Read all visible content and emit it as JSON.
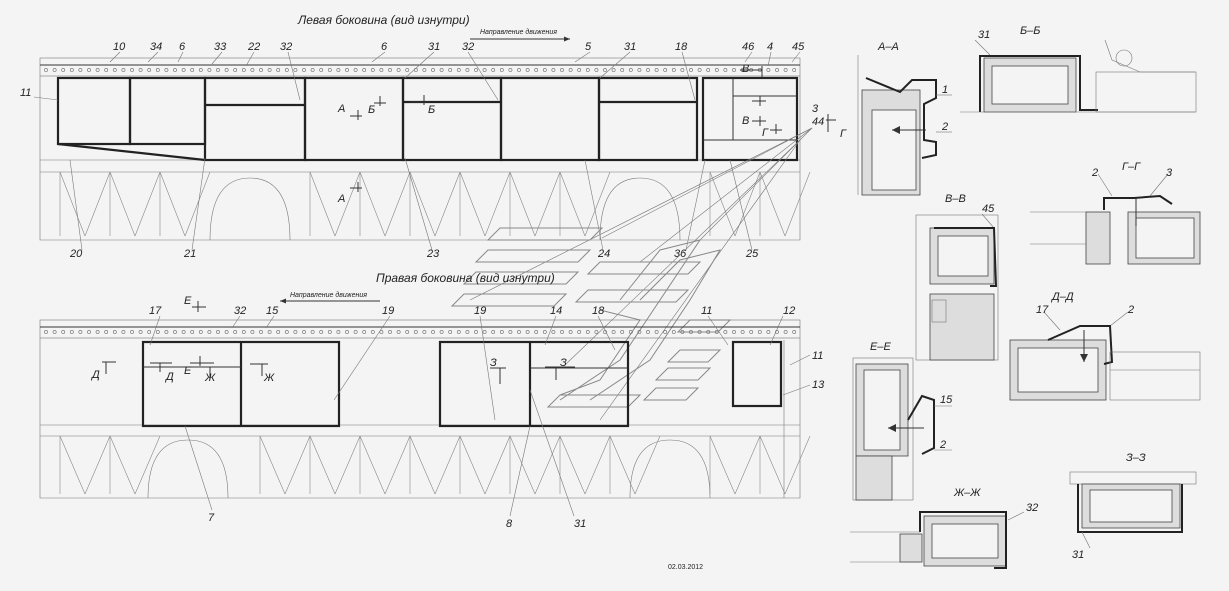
{
  "titles": {
    "left": "Левая боковина (вид изнутри)",
    "right": "Правая боковина (вид изнутри)",
    "direction": "Направление движения"
  },
  "left_callouts": {
    "n10": "10",
    "n34": "34",
    "n6a": "6",
    "n33": "33",
    "n22": "22",
    "n32a": "32",
    "n6b": "6",
    "n31a": "31",
    "n32b": "32",
    "n5": "5",
    "n31b": "31",
    "n18": "18",
    "n46": "46",
    "n4": "4",
    "n45": "45",
    "n11": "11",
    "n3": "3",
    "n44": "44",
    "n20": "20",
    "n21": "21",
    "n23": "23",
    "n24": "24",
    "n36": "36",
    "n25": "25"
  },
  "right_callouts": {
    "n17": "17",
    "n32": "32",
    "n15": "15",
    "n19a": "19",
    "n19b": "19",
    "n14": "14",
    "n18": "18",
    "n11a": "11",
    "n12": "12",
    "n11b": "11",
    "n13": "13",
    "n7": "7",
    "n8": "8",
    "n31": "31"
  },
  "cut_marks": {
    "a": "А",
    "b": "Б",
    "v": "В",
    "g": "Г",
    "d": "Д",
    "e": "Е",
    "zh": "Ж",
    "z": "З"
  },
  "sections": {
    "aa": {
      "title": "А–А",
      "c1": "1",
      "c2": "2"
    },
    "bb": {
      "title": "Б–Б",
      "c1": "31"
    },
    "gg": {
      "title": "Г–Г",
      "c1": "2",
      "c2": "3"
    },
    "vv": {
      "title": "В–В",
      "c1": "45"
    },
    "dd": {
      "title": "Д–Д",
      "c1": "17",
      "c2": "2"
    },
    "ee": {
      "title": "Е–Е",
      "c1": "15",
      "c2": "2"
    },
    "zz": {
      "title": "З–З",
      "c1": "31"
    },
    "zhzh": {
      "title": "Ж–Ж",
      "c1": "32"
    }
  },
  "date": "02.03.2012"
}
